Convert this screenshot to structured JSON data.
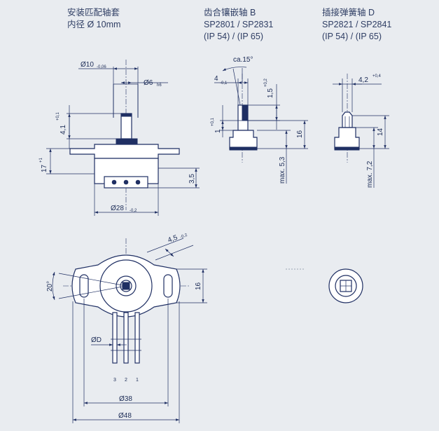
{
  "headers": {
    "col1": {
      "line1": "安装匹配轴套",
      "line2": "内径 Ø 10mm"
    },
    "col2": {
      "line1": "齿合镶嵌轴 B",
      "line2": "SP2801 / SP2831",
      "line3": "(IP 54) / (IP 65)"
    },
    "col3": {
      "line1": "插接弹簧轴 D",
      "line2": "SP2821 / SP2841",
      "line3": "(IP 54) / (IP 65)"
    }
  },
  "dims": {
    "shaft_dia": "Ø10",
    "shaft_dia_tol": "-0,06",
    "pin_dia": "Ø6",
    "pin_dia_tol": "h6",
    "pin_len": "4,1",
    "pin_len_tol": "+0,1",
    "height": "17",
    "height_tol": "+1",
    "flange": "3,5",
    "body_dia": "Ø28",
    "body_dia_tol": "-0,2",
    "b_angle": "ca.15°",
    "b_width": "4",
    "b_width_tol": "-0,1",
    "b_depth": "1,5",
    "b_depth_tol": "+0,2",
    "b_step": "1",
    "b_step_tol": "+0,1",
    "b_height": "16",
    "b_max": "max. 5,3",
    "d_width": "4,2",
    "d_width_tol": "+0,4",
    "d_height": "14",
    "d_max": "max. 7,2",
    "slot": "4,5",
    "slot_tol": "-0,2",
    "angle": "20°",
    "ear_h": "16",
    "pin_d": "ØD",
    "pin3": "3",
    "pin2": "2",
    "pin1": "1",
    "span38": "Ø38",
    "span48": "Ø48"
  }
}
